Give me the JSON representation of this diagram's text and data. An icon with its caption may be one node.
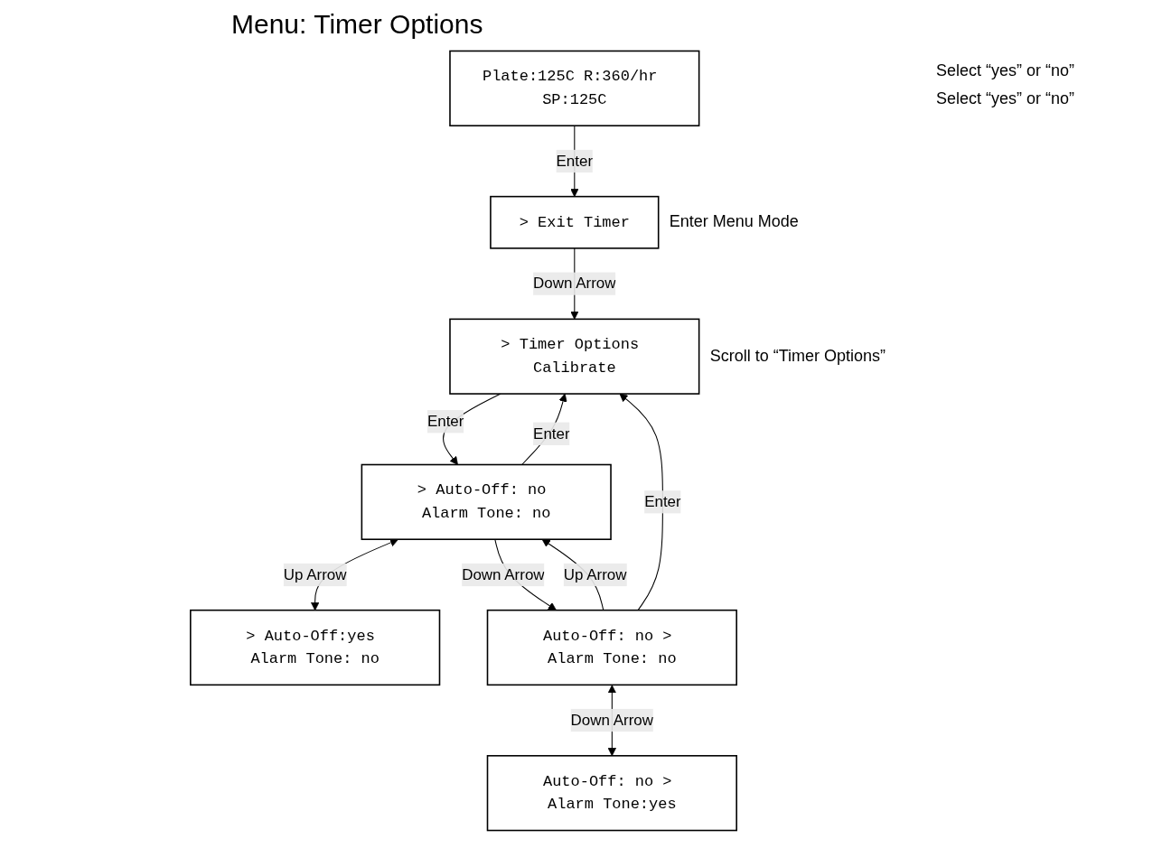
{
  "diagram": {
    "title": "Menu: Timer Options",
    "nodes": [
      {
        "text": [
          "Plate:125C R:360/hr SP:125C"
        ]
      },
      {
        "text": [
          "> Exit Timer"
        ],
        "beside": [
          "Enter Menu Mode"
        ]
      },
      {
        "text": [
          "> Timer Options Calibrate"
        ],
        "beside": [
          "Scroll to “Timer Options”"
        ]
      },
      {
        "text": [
          "> Auto-Off:yes Alarm Tone: no"
        ]
      },
      {
        "text": [
          "> Auto-Off: no Alarm Tone: no"
        ]
      },
      {
        "text": [
          "Auto-Off: no > Alarm Tone:yes"
        ]
      },
      {
        "text": [
          "Auto-Off: no > Alarm Tone: no"
        ]
      }
    ],
    "edges": [
      {
        "from": 0,
        "to": 1,
        "arrow": "to",
        "label": "Enter"
      },
      {
        "from": 1,
        "to": 2,
        "arrow": "to",
        "label": "Down Arrow"
      },
      {
        "from": 2,
        "to": 4,
        "arrow": "to",
        "label": "Enter"
      },
      {
        "from": 4,
        "to": 3,
        "arrow": "both",
        "label": "Up Arrow"
      },
      {
        "from": 4,
        "to": 2,
        "arrow": "to",
        "label": "Enter"
      },
      {
        "from": 4,
        "to": 6,
        "arrow": "to",
        "label": "Down Arrow"
      },
      {
        "from": 6,
        "to": 4,
        "arrow": "to",
        "label": "Up Arrow"
      },
      {
        "from": 6,
        "to": 5,
        "arrow": "both",
        "label": "Down Arrow"
      },
      {
        "from": 6,
        "to": 2,
        "arrow": "to",
        "label": "Enter"
      }
    ],
    "labels": [
      "Select “yes” or “no”",
      "Select “yes” or “no”"
    ]
  }
}
